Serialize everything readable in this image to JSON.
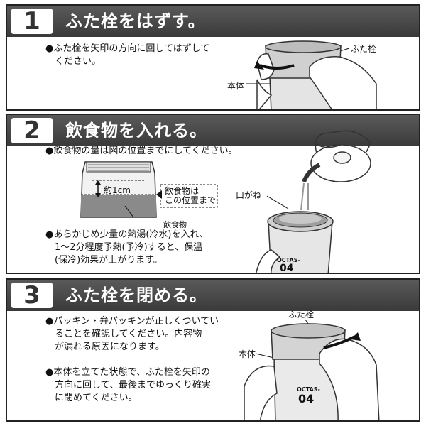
{
  "step1": {
    "number": "1",
    "title": "ふた栓をはずす。",
    "bullet": "●ふた栓を矢印の方向に回してはずして",
    "bullet_cont": "ください。",
    "label_lid": "ふた栓",
    "label_body": "本体"
  },
  "step2": {
    "number": "2",
    "title": "飲食物を入れる。",
    "bullet1": "●飲食物の量は図の位置までにしてください。",
    "measure": "約1cm",
    "limit_line1": "飲食物は",
    "limit_line2": "この位置まで",
    "food_label": "飲食物",
    "mouth_label": "口がね",
    "bullet2_l1": "●あらかじめ少量の熱湯(冷水)を入れ、",
    "bullet2_l2": "1〜2分程度予熱(予冷)すると、保温",
    "bullet2_l3": "(保冷)効果が上がります。",
    "brand": "OCTAS-",
    "model": "04"
  },
  "step3": {
    "number": "3",
    "title": "ふた栓を閉める。",
    "bullet1_l1": "●パッキン・弁パッキンが正しくついてい",
    "bullet1_l2": "ることを確認してください。内容物",
    "bullet1_l3": "が漏れる原因になります。",
    "bullet2_l1": "●本体を立てた状態で、ふた栓を矢印の",
    "bullet2_l2": "方向に回して、最後までゆっくり確実",
    "bullet2_l3": "に閉めてください。",
    "label_lid": "ふた栓",
    "label_body": "本体",
    "brand": "OCTAS-",
    "model": "04"
  }
}
